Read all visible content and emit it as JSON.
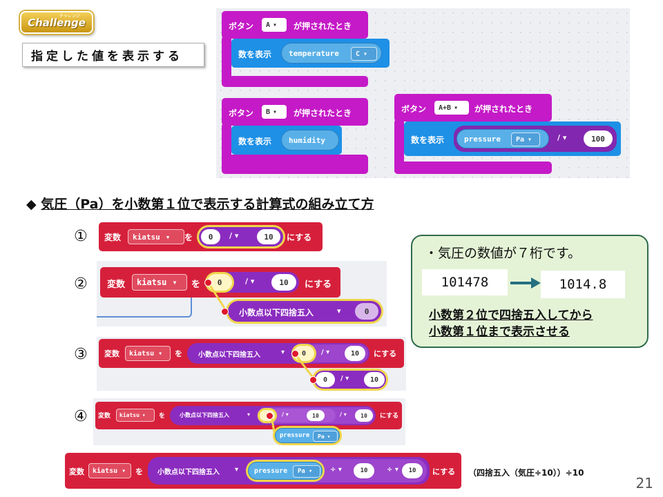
{
  "badge": {
    "label": "Challenge",
    "ruby": "チャレンジ"
  },
  "subtitle": "指定した値を表示する",
  "workspace": {
    "b1": {
      "hat": "ボタン",
      "btn": "A",
      "suffix": "が押されたとき",
      "show": "数を表示",
      "sensor": "temperature",
      "unit": "C"
    },
    "b2": {
      "hat": "ボタン",
      "btn": "B",
      "suffix": "が押されたとき",
      "show": "数を表示",
      "sensor": "humidity"
    },
    "b3": {
      "hat": "ボタン",
      "btn": "A+B",
      "suffix": "が押されたとき",
      "show": "数を表示",
      "sensor": "pressure",
      "unit": "Pa",
      "op": "/",
      "value": "100"
    }
  },
  "section_title": {
    "bullet": "◆",
    "text": "気圧（Pa）を小数第１位で表示する計算式の組み立て方"
  },
  "steps": [
    {
      "num": "①",
      "var": "変数",
      "name": "kiatsu",
      "wo": "を",
      "a": "0",
      "op": "/",
      "b": "10",
      "suru": "にする"
    },
    {
      "num": "②",
      "var": "変数",
      "name": "kiatsu",
      "wo": "を",
      "a": "0",
      "op": "/",
      "b": "10",
      "suru": "にする",
      "round": "小数点以下四捨五入",
      "rv": "0"
    },
    {
      "num": "③",
      "var": "変数",
      "name": "kiatsu",
      "wo": "を",
      "round": "小数点以下四捨五入",
      "a": "0",
      "op": "/",
      "b": "10",
      "suru": "にする",
      "c": "0",
      "op2": "/",
      "d": "10"
    },
    {
      "num": "④",
      "var": "変数",
      "name": "kiatsu",
      "wo": "を",
      "round": "小数点以下四捨五入",
      "a": "0",
      "op": "/",
      "b": "10",
      "op2": "/",
      "c": "10",
      "suru": "にする",
      "sensor": "pressure",
      "unit": "Pa"
    },
    {
      "var": "変数",
      "name": "kiatsu",
      "wo": "を",
      "round": "小数点以下四捨五入",
      "sensor": "pressure",
      "unit": "Pa",
      "op": "÷",
      "b": "10",
      "op2": "÷",
      "c": "10",
      "suru": "にする"
    }
  ],
  "formula": "（四捨五入（気圧÷10））÷10",
  "note": {
    "line": "・気圧の数値が７桁です。",
    "from": "101478",
    "to": "1014.8",
    "desc1": "小数第２位で四捨五入してから",
    "desc2": "小数第１位まで表示させる"
  },
  "page_number": "21"
}
